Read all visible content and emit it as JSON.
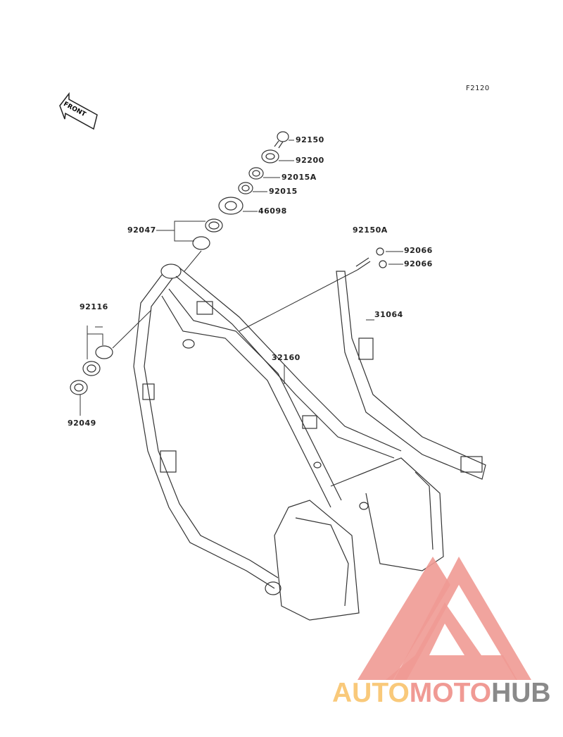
{
  "diagram": {
    "code": "F2120",
    "front_label": "FRONT",
    "parts": [
      {
        "id": "92150"
      },
      {
        "id": "92200"
      },
      {
        "id": "92015A"
      },
      {
        "id": "92015"
      },
      {
        "id": "46098"
      },
      {
        "id": "92047"
      },
      {
        "id": "92150A"
      },
      {
        "id": "92066"
      },
      {
        "id": "92066"
      },
      {
        "id": "31064"
      },
      {
        "id": "92116"
      },
      {
        "id": "32160"
      },
      {
        "id": "92049"
      }
    ]
  },
  "watermark": {
    "part1": "AUTO",
    "part2": "MOTO",
    "part3": "HUB",
    "color1": "#f9c97a",
    "color2": "#f09a94",
    "color3": "#8a8a8a"
  }
}
